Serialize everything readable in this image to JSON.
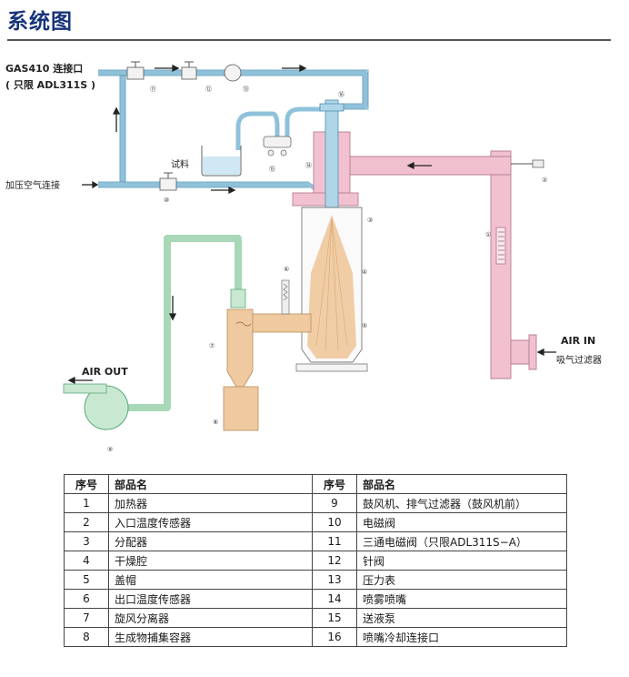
{
  "header": {
    "title": "系统图"
  },
  "diagram": {
    "labels": {
      "gas410": "GAS410 连接口",
      "adl311s": "( 只限 ADL311S )",
      "compressed_air": "加压空气连接",
      "sample": "试料",
      "air_in": "AIR IN",
      "intake_filter": "吸气过滤器",
      "air_out": "AIR OUT"
    },
    "markers": [
      "⑪",
      "⑫",
      "⑬",
      "⑭",
      "⑮",
      "⑯",
      "⑩",
      "②",
      "①",
      "③",
      "④",
      "⑤",
      "⑥",
      "⑦",
      "⑧",
      "⑨"
    ]
  },
  "table": {
    "headers": [
      "序号",
      "部品名",
      "序号",
      "部品名"
    ],
    "rows": [
      [
        "1",
        "加热器",
        "9",
        "鼓风机、排气过滤器（鼓风机前）"
      ],
      [
        "2",
        "入口温度传感器",
        "10",
        "电磁阀"
      ],
      [
        "3",
        "分配器",
        "11",
        "三通电磁阀（只限ADL311S−A）"
      ],
      [
        "4",
        "干燥腔",
        "12",
        "针阀"
      ],
      [
        "5",
        "盖帽",
        "13",
        "压力表"
      ],
      [
        "6",
        "出口温度传感器",
        "14",
        "喷雾喷嘴"
      ],
      [
        "7",
        "旋风分离器",
        "15",
        "送液泵"
      ],
      [
        "8",
        "生成物捕集容器",
        "16",
        "喷嘴冷却连接口"
      ]
    ]
  }
}
